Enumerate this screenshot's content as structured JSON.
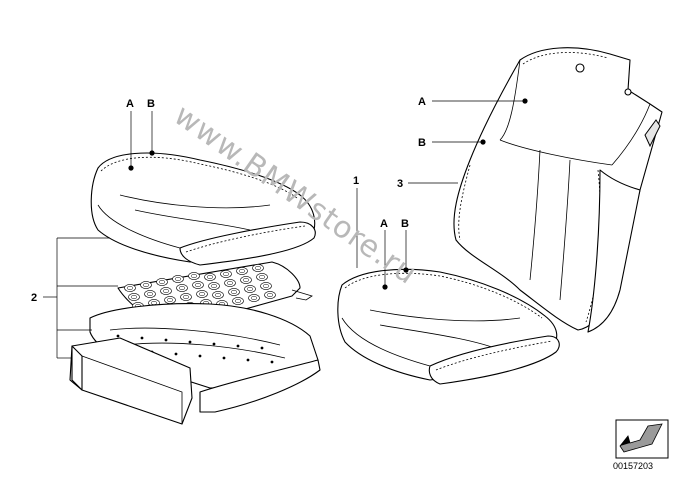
{
  "callouts": {
    "left_a": "A",
    "left_b": "B",
    "mid_a": "A",
    "mid_b": "B",
    "right_a": "A",
    "right_b": "B",
    "num_1": "1",
    "num_2": "2",
    "num_3": "3"
  },
  "watermark": "www.BMWstore.ru",
  "diagram_id": "00157203",
  "nav_icon": "arrow-icon"
}
